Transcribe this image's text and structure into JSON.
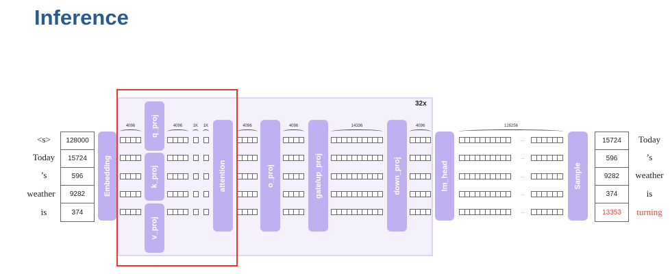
{
  "title": "Inference",
  "repeat_label": "32x",
  "input_tokens": [
    "<s>",
    "Today",
    "’s",
    "weather",
    "is"
  ],
  "input_ids": [
    "128000",
    "15724",
    "596",
    "9282",
    "374"
  ],
  "output_ids": [
    "15724",
    "596",
    "9282",
    "374",
    "13353"
  ],
  "output_tokens": [
    "Today",
    "’s",
    "weather",
    "is",
    "turning"
  ],
  "highlight_color": "#e0493c",
  "blocks": {
    "embedding": "Embedding",
    "q_proj": "q_proj",
    "k_proj": "k_proj",
    "v_proj": "v_proj",
    "attention": "attention",
    "o_proj": "o_proj",
    "gate_up_proj": "gate/up_proj",
    "down_proj": "down_proj",
    "lm_head": "lm_head",
    "sample": "Sample"
  },
  "dims": {
    "d1": "4096",
    "d2": "4096",
    "k1": "1K",
    "k2": "1K",
    "d3": "4096",
    "d4": "4096",
    "ffn": "14336",
    "d5": "4096",
    "vocab": "128256"
  },
  "ellipsis": "..."
}
